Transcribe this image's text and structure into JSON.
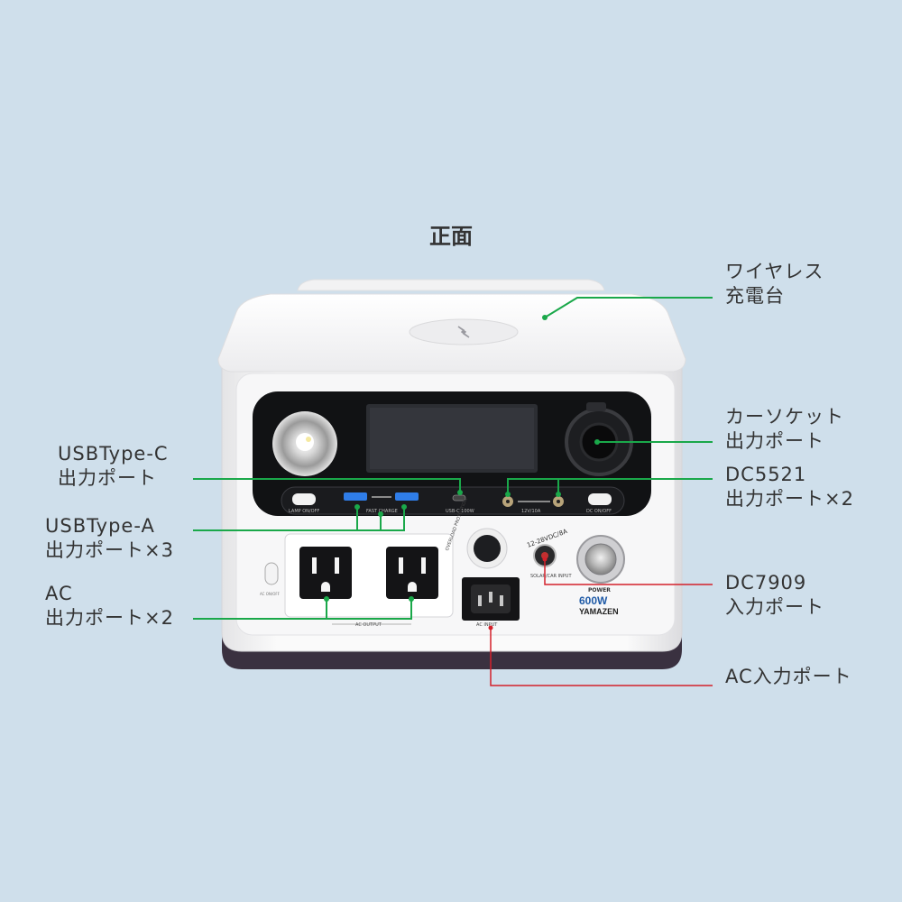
{
  "page_title": "正面",
  "colors": {
    "green_line": "#1aa84a",
    "red_line": "#d4202a",
    "background": "#cfdfeb"
  },
  "callouts": {
    "wireless": {
      "line1": "ワイヤレス",
      "line2": "充電台"
    },
    "car_socket": {
      "line1": "カーソケット",
      "line2": "出力ポート"
    },
    "usb_c": {
      "line1": "USBType-C",
      "line2": "出力ポート"
    },
    "dc5521": {
      "line1": "DC5521",
      "line2": "出力ポート×2"
    },
    "usb_a": {
      "line1": "USBType-A",
      "line2": "出力ポート×3"
    },
    "ac_out": {
      "line1": "AC",
      "line2": "出力ポート×2"
    },
    "dc7909": {
      "line1": "DC7909",
      "line2": "入力ポート"
    },
    "ac_in": {
      "line1": "AC入力ポート"
    }
  },
  "device": {
    "brand": "YAMAZEN",
    "model": "600W",
    "labels": {
      "lamp": "LAMP ON/OFF",
      "fast_charge": "FAST CHARGE",
      "usbc": "USB-C 100W",
      "dc": "12V/10A",
      "dc_onoff": "DC ON/OFF",
      "ac_output": "AC OUTPUT",
      "ac_input": "AC INPUT",
      "solar": "SOLAR/CAR INPUT",
      "solar_spec": "12-28VDC/8A",
      "overload": "OVERLOAD PROTECTION",
      "power": "POWER",
      "ac_switch": "AC ON/OFF"
    }
  }
}
